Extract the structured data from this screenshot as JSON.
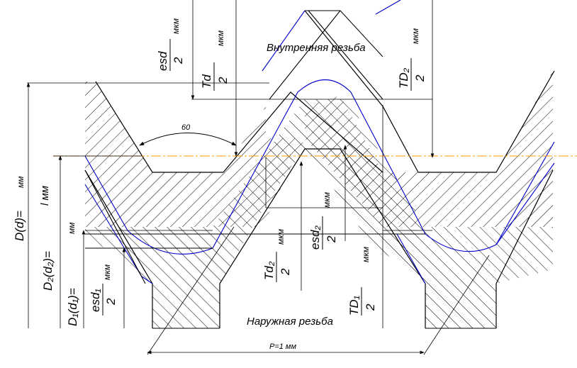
{
  "labels": {
    "internal_thread": "Внутренняя резьба",
    "external_thread": "Наружная резьба",
    "pitch": "P=1 мм",
    "angle": "60",
    "D_d": "D(d)=",
    "D2_d2": "D₂(d₂)=",
    "D1_d1": "D₁(d₁)=",
    "l": "l мм",
    "es_d": "esd",
    "Td": "Td",
    "TD2": "TD₂",
    "Td2": "Td₂",
    "es_d2": "esd₂",
    "TD1": "TD₁",
    "es_d1": "esd₁",
    "over_2": "2",
    "eq": "=",
    "unit_mm": "мм",
    "unit_mkm": "мкм"
  },
  "colors": {
    "outline": "#0000cc",
    "hatch": "#000000",
    "axis": "#ff9900",
    "dim": "#000000"
  }
}
